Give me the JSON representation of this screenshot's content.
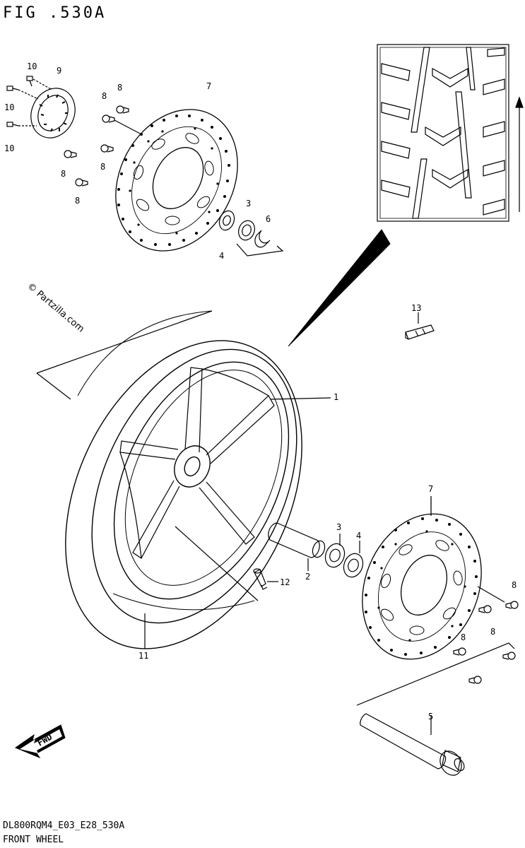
{
  "figure": {
    "title": "FIG .530A",
    "code": "DL800RQM4_E03_E28_530A",
    "name": "FRONT WHEEL",
    "watermark": "© Partzilla.com",
    "fwd_label": "FWD"
  },
  "callouts": {
    "c1": "1",
    "c2": "2",
    "c3a": "3",
    "c3b": "3",
    "c4a": "4",
    "c4b": "4",
    "c5": "5",
    "c6": "6",
    "c7a": "7",
    "c7b": "7",
    "c8a": "8",
    "c8b": "8",
    "c8c": "8",
    "c8d": "8",
    "c8e": "8",
    "c8f": "8",
    "c8g": "8",
    "c8h": "8",
    "c9": "9",
    "c10a": "10",
    "c10b": "10",
    "c10c": "10",
    "c11": "11",
    "c12": "12",
    "c13": "13"
  },
  "colors": {
    "line": "#000000",
    "background": "#ffffff"
  }
}
